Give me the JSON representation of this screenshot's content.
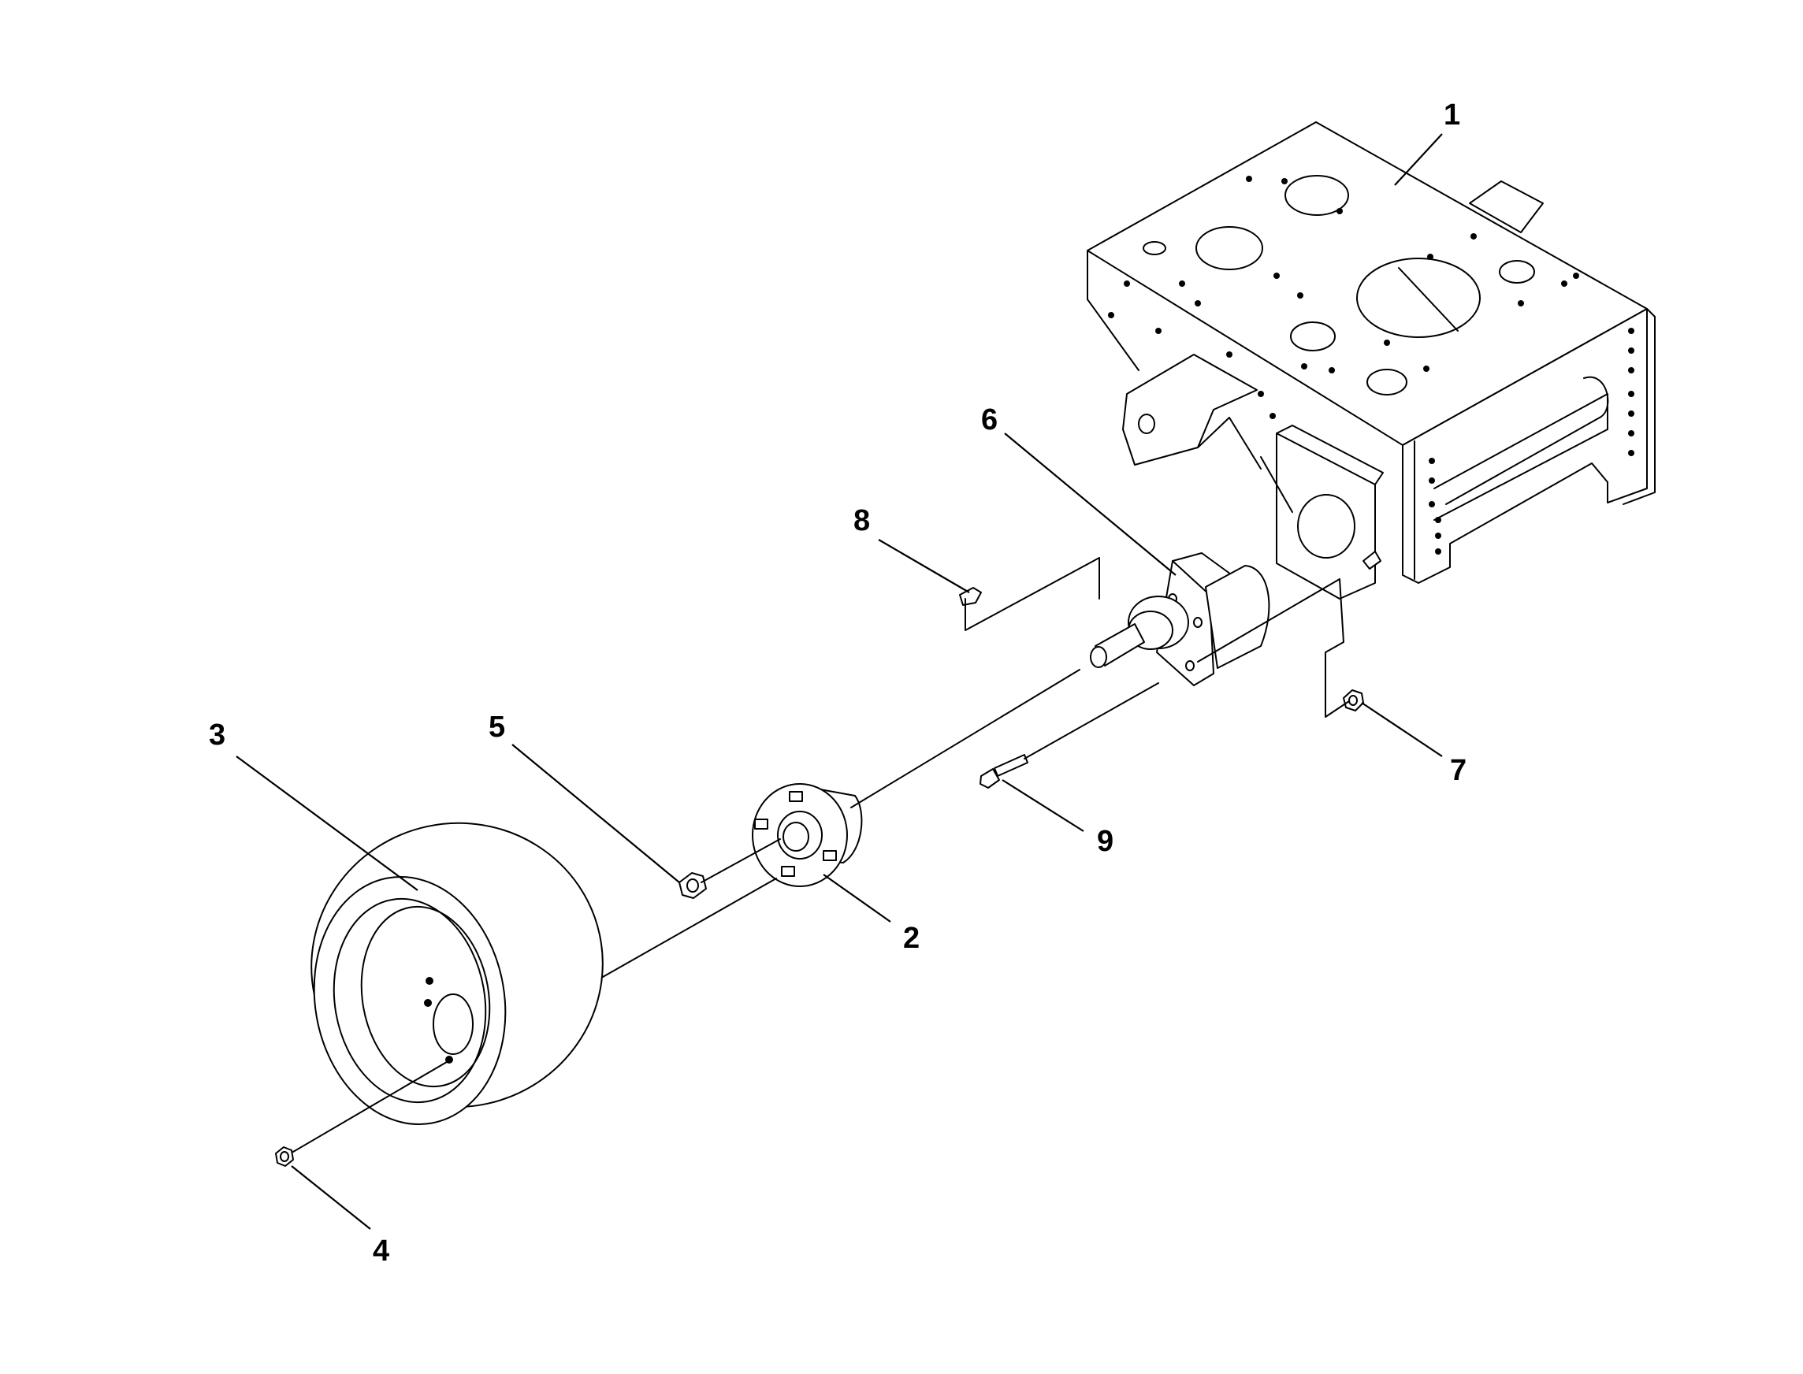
{
  "diagram": {
    "callouts": [
      {
        "id": "frame",
        "label": "1"
      },
      {
        "id": "hub",
        "label": "2"
      },
      {
        "id": "wheel",
        "label": "3"
      },
      {
        "id": "wheel-nut",
        "label": "4"
      },
      {
        "id": "hub-nut",
        "label": "5"
      },
      {
        "id": "motor",
        "label": "6"
      },
      {
        "id": "locknut",
        "label": "7"
      },
      {
        "id": "key",
        "label": "8"
      },
      {
        "id": "bolt",
        "label": "9"
      }
    ]
  }
}
